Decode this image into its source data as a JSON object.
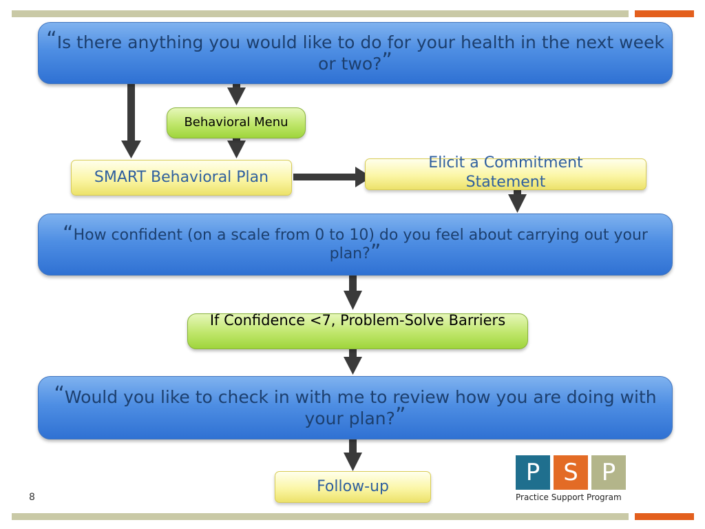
{
  "diagram": {
    "q1": {
      "open_quote": "“",
      "text": "Is there anything you would like to do for your health in the next week or two?",
      "close_quote": "”"
    },
    "behavioral_menu": "Behavioral Menu",
    "smart_plan": "SMART Behavioral Plan",
    "commitment": "Elicit a Commitment Statement",
    "q2": {
      "open_quote": "“",
      "text": "How confident (on a scale from 0 to 10) do you feel about carrying out your plan?",
      "close_quote": "”"
    },
    "problem_solve": "If Confidence <7, Problem-Solve Barriers",
    "q3": {
      "open_quote": "“",
      "text": "Would you like to check in with me to review how you are doing with your plan?",
      "close_quote": "”"
    },
    "follow_up": "Follow-up"
  },
  "slide": {
    "page_number": "8"
  },
  "logo": {
    "letters": [
      "P",
      "S",
      "P"
    ],
    "caption": "Practice Support Program",
    "colors": [
      "#1f6f8e",
      "#e36b25",
      "#b3b58a"
    ]
  },
  "colors": {
    "accent_bar": "#c9c9a6",
    "accent_orange": "#e35f1d",
    "arrow": "#3a3a3a"
  }
}
